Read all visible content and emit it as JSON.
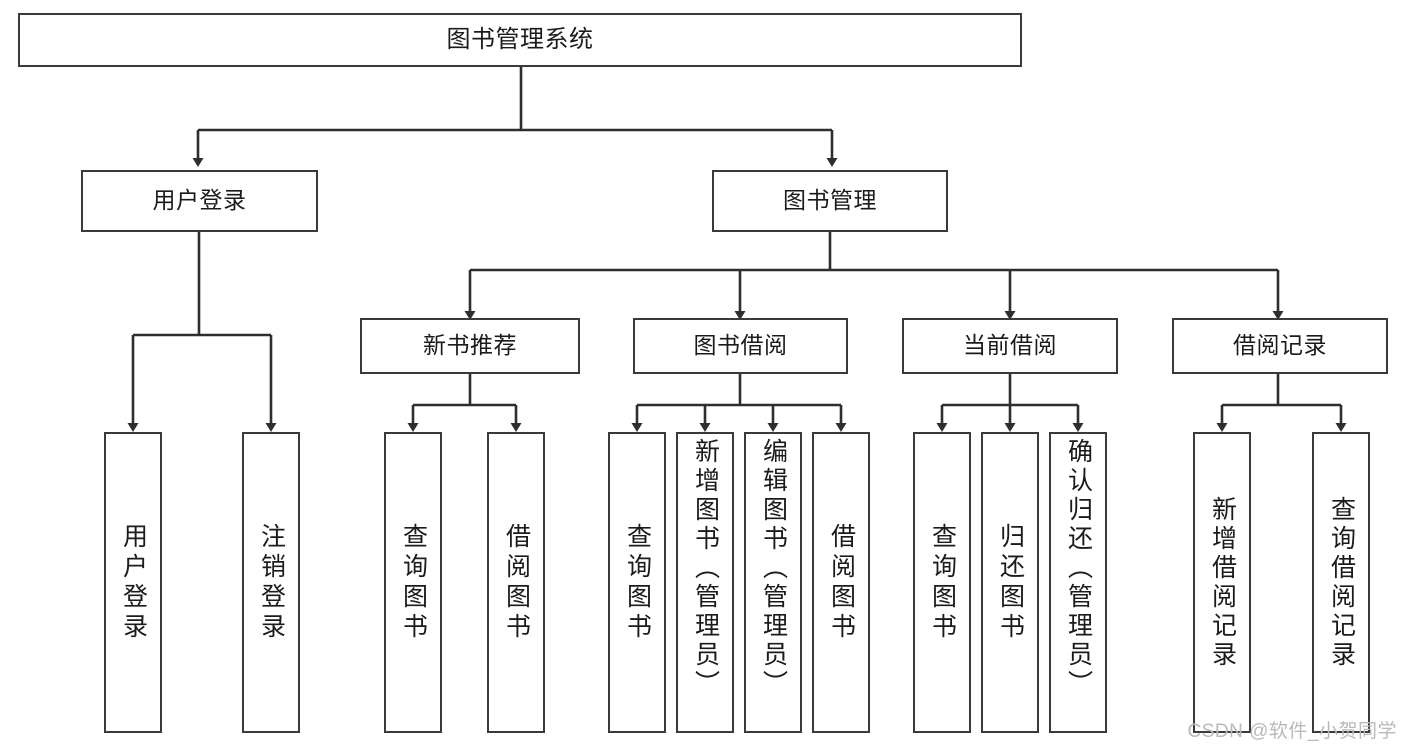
{
  "diagram": {
    "title": "图书管理系统",
    "type": "tree",
    "watermark": "CSDN @软件_小贺同学",
    "stroke_color": "#3a3a3a",
    "text_color": "#1b1b1b",
    "background_color": "#ffffff"
  },
  "nodes": {
    "root": {
      "label": "图书管理系统",
      "level": 1
    },
    "level2": [
      {
        "id": "user-login",
        "label": "用户登录"
      },
      {
        "id": "book-manage",
        "label": "图书管理"
      }
    ],
    "level3": [
      {
        "id": "new-book-recommend",
        "label": "新书推荐"
      },
      {
        "id": "book-borrow",
        "label": "图书借阅"
      },
      {
        "id": "current-borrow",
        "label": "当前借阅"
      },
      {
        "id": "borrow-record",
        "label": "借阅记录"
      }
    ],
    "level4": {
      "user-login": [
        {
          "id": "leaf-user-login",
          "label": "用户登录"
        },
        {
          "id": "leaf-logout",
          "label": "注销登录"
        }
      ],
      "new-book-recommend": [
        {
          "id": "leaf-query-book-1",
          "label": "查询图书"
        },
        {
          "id": "leaf-borrow-book-1",
          "label": "借阅图书"
        }
      ],
      "book-borrow": [
        {
          "id": "leaf-query-book-2",
          "label": "查询图书"
        },
        {
          "id": "leaf-add-book",
          "label": "新增图书（管理员）"
        },
        {
          "id": "leaf-edit-book",
          "label": "编辑图书（管理员）"
        },
        {
          "id": "leaf-borrow-book-2",
          "label": "借阅图书"
        }
      ],
      "current-borrow": [
        {
          "id": "leaf-query-book-3",
          "label": "查询图书"
        },
        {
          "id": "leaf-return-book",
          "label": "归还图书"
        },
        {
          "id": "leaf-confirm-return",
          "label": "确认归还（管理员）"
        }
      ],
      "borrow-record": [
        {
          "id": "leaf-add-record",
          "label": "新增借阅记录"
        },
        {
          "id": "leaf-query-record",
          "label": "查询借阅记录"
        }
      ]
    }
  }
}
